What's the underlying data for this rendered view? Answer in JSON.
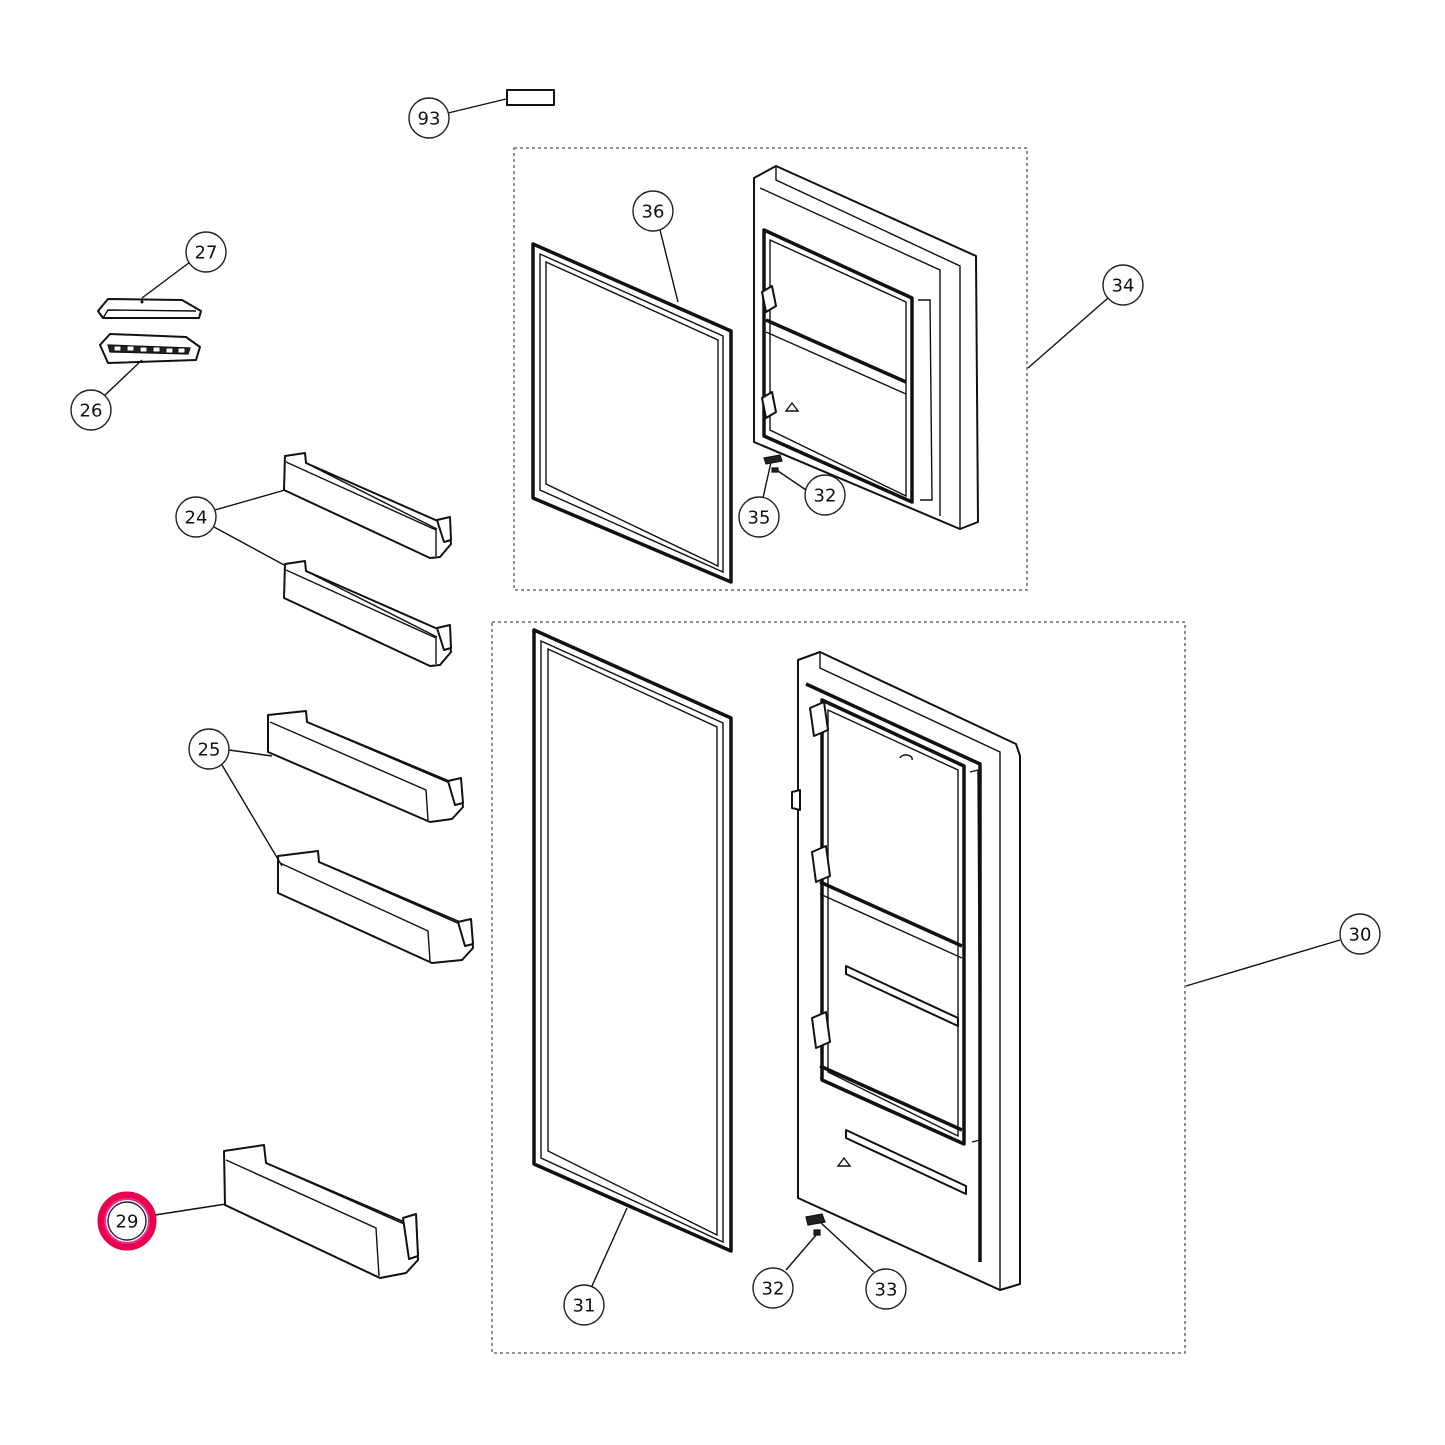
{
  "callouts": {
    "c93": "93",
    "c36": "36",
    "c34": "34",
    "c27": "27",
    "c26": "26",
    "c24": "24",
    "c32a": "32",
    "c35": "35",
    "c25": "25",
    "c30": "30",
    "c29": "29",
    "c31": "31",
    "c32b": "32",
    "c33": "33"
  },
  "colors": {
    "highlight_ring_outer": "#e8004c",
    "highlight_ring_inner": "#f0269a",
    "line": "#111111"
  }
}
